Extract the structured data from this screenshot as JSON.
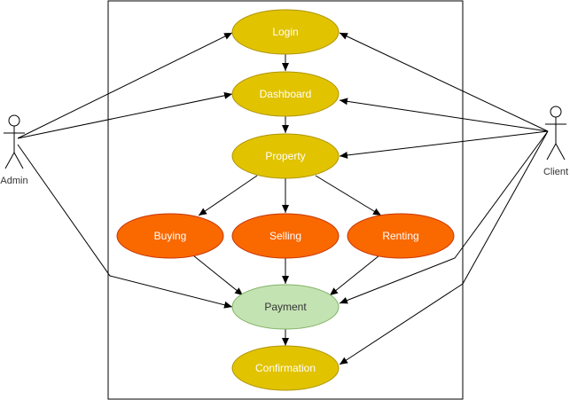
{
  "actors": {
    "admin": {
      "label": "Admin"
    },
    "client": {
      "label": "Client"
    }
  },
  "use_cases": {
    "login": {
      "label": "Login",
      "color": "#e1c300",
      "text_color": "#ffffff"
    },
    "dashboard": {
      "label": "Dashboard",
      "color": "#e1c300",
      "text_color": "#ffffff"
    },
    "property": {
      "label": "Property",
      "color": "#e1c300",
      "text_color": "#ffffff"
    },
    "buying": {
      "label": "Buying",
      "color": "#fa6800",
      "text_color": "#ffffff"
    },
    "selling": {
      "label": "Selling",
      "color": "#fa6800",
      "text_color": "#ffffff"
    },
    "renting": {
      "label": "Renting",
      "color": "#fa6800",
      "text_color": "#ffffff"
    },
    "payment": {
      "label": "Payment",
      "color": "#c4e3b3",
      "text_color": "#333333"
    },
    "confirmation": {
      "label": "Confirmation",
      "color": "#e1c300",
      "text_color": "#ffffff"
    }
  }
}
